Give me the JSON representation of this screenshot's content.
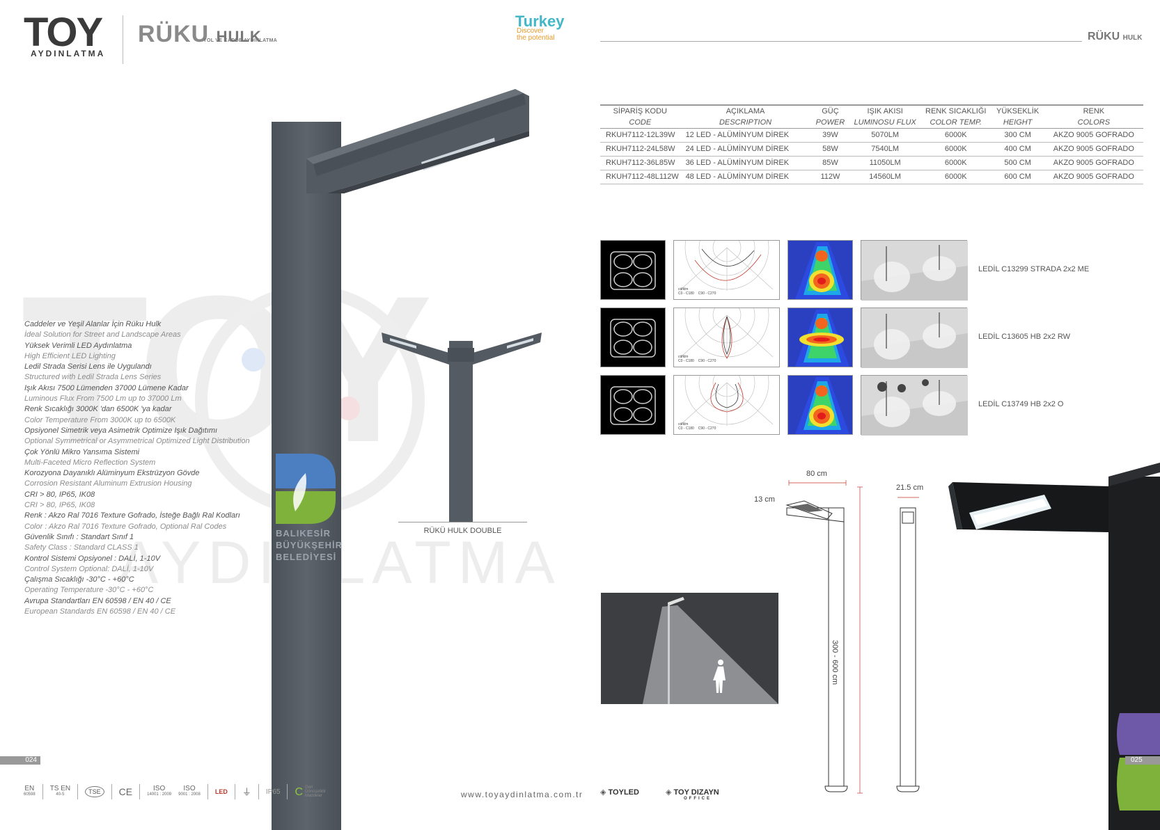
{
  "header": {
    "logo_main": "TOY",
    "logo_sub": "AYDINLATMA",
    "product_name": "RÜKU",
    "product_series": "HULK",
    "product_subtitle": "YOL VE CADDE AYDINLATMA",
    "turkey_brand": "Turkey",
    "turkey_tag_1": "Discover",
    "turkey_tag_2": "the potential"
  },
  "right_header": {
    "product_name": "RÜKU",
    "product_series": "HULK"
  },
  "watermark": {
    "letters": "TOY",
    "word": "AYDINLATMA"
  },
  "pole_badge": {
    "line1": "BALIKESİR",
    "line2": "BÜYÜKŞEHİR",
    "line3": "BELEDİYESİ"
  },
  "features": [
    {
      "tr": "Caddeler ve Yeşil Alanlar İçin Rüku Hulk",
      "en": "İdeal Solution for Street and Landscape Areas"
    },
    {
      "tr": "Yüksek Verimli LED Aydınlatma",
      "en": "High Efficient LED Lighting"
    },
    {
      "tr": "Ledil Strada Serisi Lens ile Uygulandı",
      "en": "Structured with Ledil Strada Lens Series"
    },
    {
      "tr": "Işık Akısı 7500 Lümenden 37000 Lümene Kadar",
      "en": "Luminous Flux From 7500 Lm up to 37000 Lm"
    },
    {
      "tr": "Renk Sıcaklığı 3000K 'dan 6500K 'ya kadar",
      "en": "Color Temperature From 3000K up to 6500K"
    },
    {
      "tr": "Opsiyonel Simetrik veya Asimetrik Optimize Işık Dağıtımı",
      "en": "Optional Symmetrical or Asymmetrical Optimized Light Distribution"
    },
    {
      "tr": "Çok Yönlü Mikro Yansıma Sistemi",
      "en": "Multi-Faceted Micro Reflection System"
    },
    {
      "tr": "Korozyona Dayanıklı Alüminyum Ekstrüzyon Gövde",
      "en": "Corrosion Resistant Aluminum Extrusion Housing"
    },
    {
      "tr": "CRI > 80, IP65, IK08",
      "en": "CRI > 80, IP65, IK08"
    },
    {
      "tr": "Renk : Akzo Ral 7016 Texture Gofrado, İsteğe Bağlı Ral Kodları",
      "en": "Color : Akzo Ral 7016 Texture Gofrado, Optional Ral Codes"
    },
    {
      "tr": "Güvenlik Sınıfı : Standart Sınıf 1",
      "en": "Safety Class : Standard CLASS 1"
    },
    {
      "tr": "Kontrol Sistemi Opsiyonel : DALİ, 1-10V",
      "en": "Control System Optional: DALİ, 1-10V"
    },
    {
      "tr": "Çalışma Sıcaklığı  -30°C - +60°C",
      "en": "Operating Temperature -30°C - +60°C"
    },
    {
      "tr": "Avrupa Standartları EN 60598 / EN 40 / CE",
      "en": "European Standards EN 60598 / EN 40 / CE"
    }
  ],
  "double_label": "RÜKÜ HULK DOUBLE",
  "table": {
    "headers": [
      {
        "tr": "SİPARİŞ KODU",
        "en": "CODE"
      },
      {
        "tr": "AÇIKLAMA",
        "en": "DESCRIPTION"
      },
      {
        "tr": "GÜÇ",
        "en": "POWER"
      },
      {
        "tr": "IŞIK AKISI",
        "en": "LUMINOSU FLUX"
      },
      {
        "tr": "RENK SICAKLIĞI",
        "en": "COLOR TEMP."
      },
      {
        "tr": "YÜKSEKLİK",
        "en": "HEIGHT"
      },
      {
        "tr": "RENK",
        "en": "COLORS"
      }
    ],
    "rows": [
      [
        "RKUH7112-12L39W",
        "12 LED - ALÜMİNYUM DİREK",
        "39W",
        "5070LM",
        "6000K",
        "300 CM",
        "AKZO 9005 GOFRADO"
      ],
      [
        "RKUH7112-24L58W",
        "24 LED - ALÜMİNYUM DİREK",
        "58W",
        "7540LM",
        "6000K",
        "400 CM",
        "AKZO 9005 GOFRADO"
      ],
      [
        "RKUH7112-36L85W",
        "36 LED - ALÜMİNYUM DİREK",
        "85W",
        "11050LM",
        "6000K",
        "500 CM",
        "AKZO 9005 GOFRADO"
      ],
      [
        "RKUH7112-48L112W",
        "48 LED - ALÜMİNYUM DİREK",
        "112W",
        "14560LM",
        "6000K",
        "600 CM",
        "AKZO 9005 GOFRADO"
      ]
    ]
  },
  "lenses": [
    {
      "label": "LEDİL C13299 STRADA 2x2 ME"
    },
    {
      "label": "LEDİL C13605 HB 2x2 RW"
    },
    {
      "label": "LEDİL C13749 HB 2x2 O"
    }
  ],
  "polar_legend": {
    "unit": "cd/klm",
    "c0": "C0 - C180",
    "c90": "C90 - C270"
  },
  "dimensions": {
    "arm_length": "80 cm",
    "head_height": "13 cm",
    "pole_width": "21.5 cm",
    "pole_height": "300 - 600 cm"
  },
  "footer": {
    "page_left": "024",
    "page_right": "025",
    "website": "www.toyaydinlatma.com.tr",
    "certs": {
      "en": "EN",
      "en_num": "60598",
      "ts": "TS EN",
      "ts_num": "40-5",
      "tse": "TSE",
      "ce": "CE",
      "iso1": "ISO",
      "iso1_num": "14001 : 2009",
      "iso2": "ISO",
      "iso2_num": "9001 : 2008",
      "led": "LED",
      "ip": "IP65",
      "recycle_1": "Geri",
      "recycle_2": "Dönüşebilir",
      "recycle_3": "Maddeler"
    },
    "brand_toyled": "TOYLED",
    "brand_toydizayn": "TOY DIZAYN",
    "brand_office": "OFFICE"
  },
  "colors": {
    "pole": "#565c63",
    "accent_turkey": "#43b7c8",
    "accent_orange": "#e89a2a"
  }
}
